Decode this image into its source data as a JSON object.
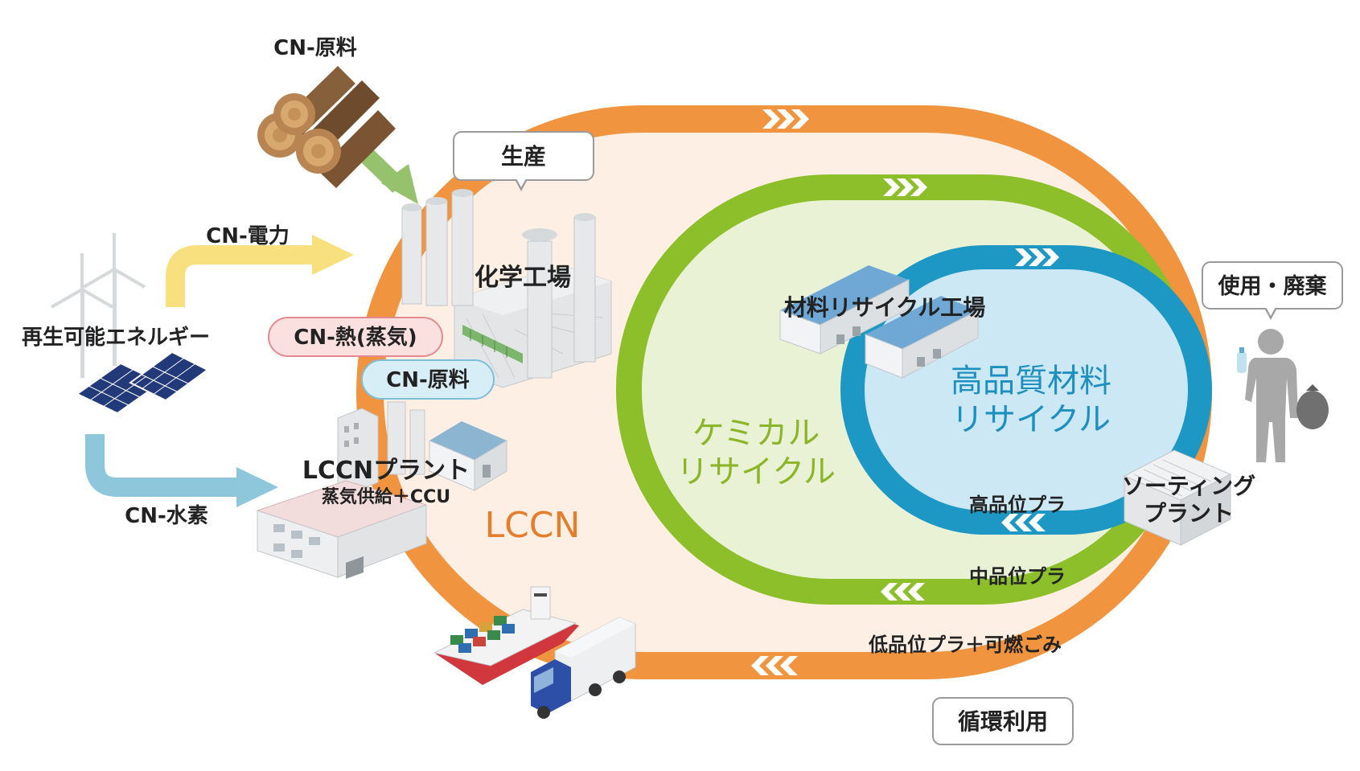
{
  "labels": {
    "cn_raw_top": "CN-原料",
    "production": "生産",
    "cn_power": "CN-電力",
    "renewable": "再生可能エネルギー",
    "chem_plant": "化学工場",
    "cn_heat": "CN-熱(蒸気)",
    "cn_raw_pill": "CN-原料",
    "lccn_plant": "LCCNプラント",
    "lccn_plant_sub": "蒸気供給＋CCU",
    "cn_hydrogen": "CN-水素",
    "lccn": "LCCN",
    "chemical_recycle_1": "ケミカル",
    "chemical_recycle_2": "リサイクル",
    "material_factory": "材料リサイクル工場",
    "hq_recycle_1": "高品質材料",
    "hq_recycle_2": "リサイクル",
    "use_disposal": "使用・廃棄",
    "sorting_1": "ソーティング",
    "sorting_2": "プラント",
    "high_grade": "高品位プラ",
    "mid_grade": "中品位プラ",
    "low_grade": "低品位プラ＋可燃ごみ",
    "circular_use": "循環利用"
  },
  "colors": {
    "outer_loop": "#F0943F",
    "outer_fill": "#FDEFE3",
    "middle_loop": "#8CBF2A",
    "middle_fill": "#EAF2D5",
    "inner_loop": "#1D97C4",
    "inner_fill": "#CCE8F4",
    "lccn_text": "#E37F2C",
    "chem_text": "#8CB62A",
    "hq_text": "#1E90BF",
    "heat_pill_fill": "#FBE0E0",
    "heat_pill_stroke": "#E48A8E",
    "raw_pill_fill": "#D8EEF7",
    "raw_pill_stroke": "#7DBFDB"
  },
  "icons": [
    "logs-icon",
    "wind-turbine-icon",
    "solar-panel-icon",
    "chemical-plant-icon",
    "factory-icon",
    "warehouse-icon",
    "person-icon",
    "bottle-icon",
    "garbage-bag-icon",
    "sorting-machine-icon",
    "container-ship-icon",
    "truck-icon"
  ]
}
